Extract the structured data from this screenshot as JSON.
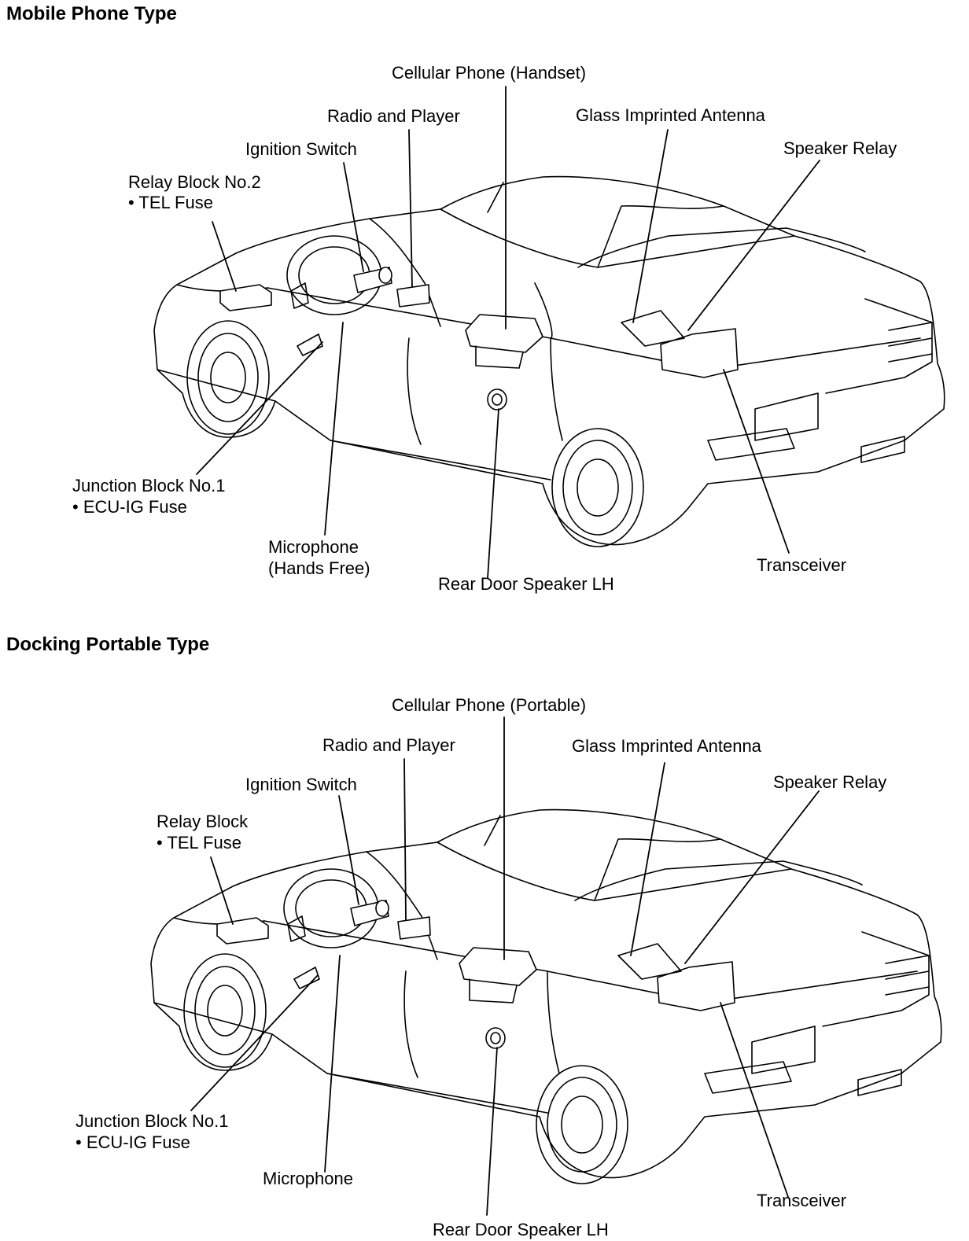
{
  "diagrams": [
    {
      "title": "Mobile Phone Type",
      "labels": {
        "cellular_phone": "Cellular Phone (Handset)",
        "radio_player": "Radio and Player",
        "glass_antenna": "Glass Imprinted Antenna",
        "speaker_relay": "Speaker Relay",
        "ignition_switch": "Ignition Switch",
        "relay_block_line1": "Relay Block No.2",
        "relay_block_line2": "• TEL Fuse",
        "junction_block_line1": "Junction Block No.1",
        "junction_block_line2": "• ECU-IG Fuse",
        "microphone_line1": "Microphone",
        "microphone_line2": "(Hands Free)",
        "rear_door_speaker": "Rear Door Speaker LH",
        "transceiver": "Transceiver"
      }
    },
    {
      "title": "Docking Portable Type",
      "labels": {
        "cellular_phone": "Cellular Phone (Portable)",
        "radio_player": "Radio and Player",
        "glass_antenna": "Glass Imprinted Antenna",
        "speaker_relay": "Speaker Relay",
        "ignition_switch": "Ignition Switch",
        "relay_block_line1": "Relay Block",
        "relay_block_line2": "• TEL Fuse",
        "junction_block_line1": "Junction Block No.1",
        "junction_block_line2": "• ECU-IG Fuse",
        "microphone_line1": "Microphone",
        "rear_door_speaker": "Rear Door Speaker LH",
        "transceiver": "Transceiver"
      }
    }
  ]
}
